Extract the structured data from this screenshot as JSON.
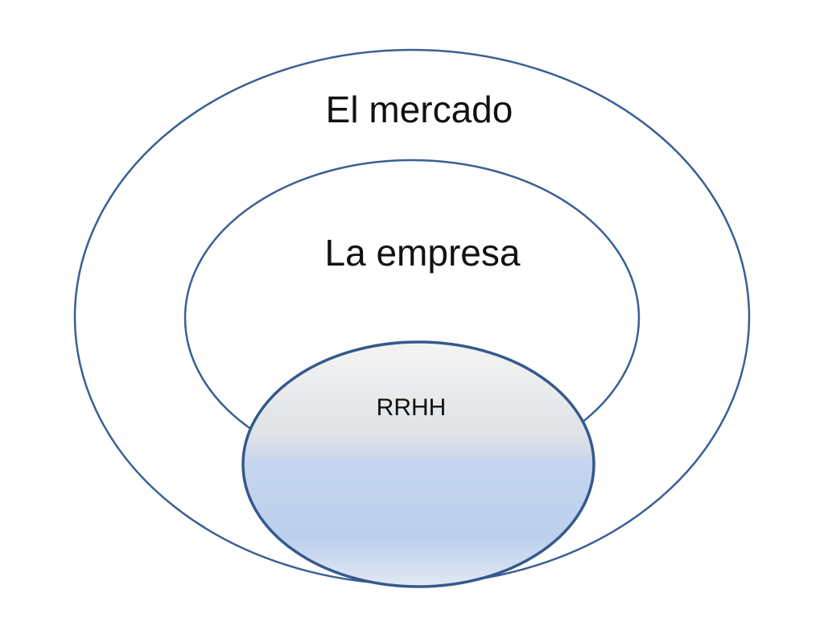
{
  "diagram": {
    "outer": {
      "label": "El mercado"
    },
    "middle": {
      "label": "La empresa"
    },
    "inner": {
      "label": "RRHH"
    }
  },
  "colors": {
    "outline": "#3a5f94",
    "fill_top": "#f2f2f2",
    "fill_bottom": "#c5d5ee"
  }
}
